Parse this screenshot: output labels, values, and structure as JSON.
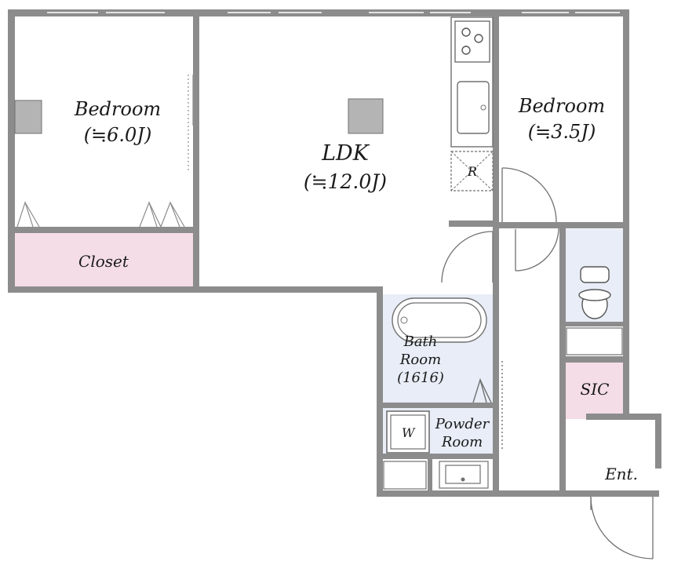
{
  "rooms": {
    "bedroom_west": {
      "name": "Bedroom",
      "size": "(≒6.0J)"
    },
    "ldk": {
      "name": "LDK",
      "size": "(≒12.0J)"
    },
    "bedroom_east": {
      "name": "Bedroom",
      "size": "(≒3.5J)"
    },
    "closet": {
      "name": "Closet"
    },
    "bath": {
      "line1": "Bath",
      "line2": "Room",
      "line3": "(1616)"
    },
    "powder": {
      "line1": "Powder",
      "line2": "Room"
    },
    "sic": {
      "name": "SIC"
    },
    "entrance": {
      "name": "Ent."
    }
  },
  "symbols": {
    "refrigerator": "R",
    "washer": "W"
  },
  "colors": {
    "wall": "#8c8c8c",
    "closet_fill": "#f4dde6",
    "sic_fill": "#f4dde6",
    "wet_area_fill": "#e8edf7",
    "column_fill": "#b4b4b4"
  }
}
